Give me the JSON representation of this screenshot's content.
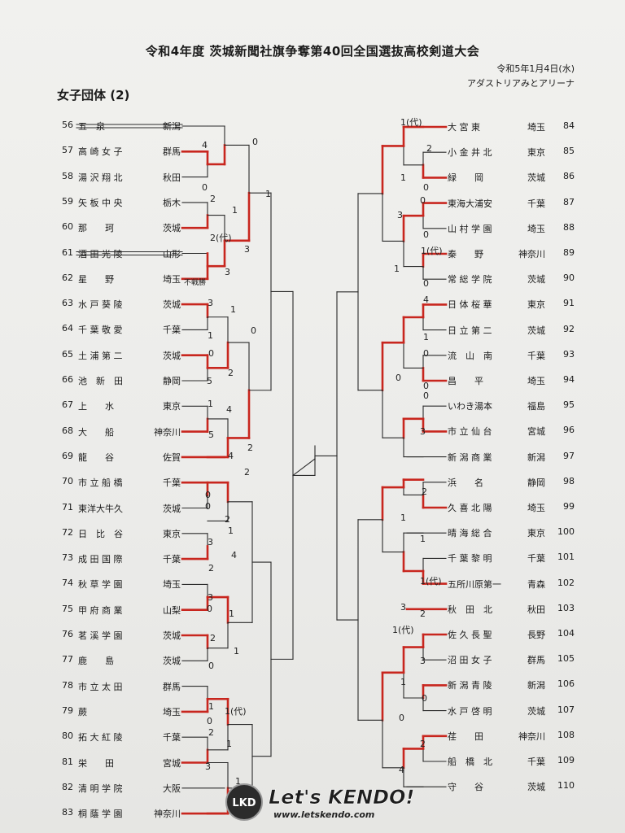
{
  "title": "令和4年度 茨城新聞社旗争奪第40回全国選抜高校剣道大会",
  "date": "令和5年1月4日(水)",
  "venue": "アダストリアみとアリーナ",
  "section": "女子団体 (2)",
  "left_teams": [
    {
      "no": "56",
      "school": "五　泉",
      "pref": "新潟",
      "withdrawn": true
    },
    {
      "no": "57",
      "school": "高 崎 女 子",
      "pref": "群馬"
    },
    {
      "no": "58",
      "school": "湯 沢 翔 北",
      "pref": "秋田"
    },
    {
      "no": "59",
      "school": "矢 板 中 央",
      "pref": "栃木"
    },
    {
      "no": "60",
      "school": "那　　珂",
      "pref": "茨城"
    },
    {
      "no": "61",
      "school": "酒 田 光 陵",
      "pref": "山形",
      "withdrawn": true
    },
    {
      "no": "62",
      "school": "星　　野",
      "pref": "埼玉"
    },
    {
      "no": "63",
      "school": "水 戸 葵 陵",
      "pref": "茨城"
    },
    {
      "no": "64",
      "school": "千 葉 敬 愛",
      "pref": "千葉"
    },
    {
      "no": "65",
      "school": "土 浦 第 二",
      "pref": "茨城"
    },
    {
      "no": "66",
      "school": "池　新　田",
      "pref": "静岡"
    },
    {
      "no": "67",
      "school": "上　　水",
      "pref": "東京"
    },
    {
      "no": "68",
      "school": "大　　船",
      "pref": "神奈川"
    },
    {
      "no": "69",
      "school": "龍　　谷",
      "pref": "佐賀"
    },
    {
      "no": "70",
      "school": "市 立 船 橋",
      "pref": "千葉"
    },
    {
      "no": "71",
      "school": "東洋大牛久",
      "pref": "茨城"
    },
    {
      "no": "72",
      "school": "日　比　谷",
      "pref": "東京"
    },
    {
      "no": "73",
      "school": "成 田 国 際",
      "pref": "千葉"
    },
    {
      "no": "74",
      "school": "秋 草 学 園",
      "pref": "埼玉"
    },
    {
      "no": "75",
      "school": "甲 府 商 業",
      "pref": "山梨"
    },
    {
      "no": "76",
      "school": "茗 溪 学 園",
      "pref": "茨城"
    },
    {
      "no": "77",
      "school": "鹿　　島",
      "pref": "茨城"
    },
    {
      "no": "78",
      "school": "市 立 太 田",
      "pref": "群馬"
    },
    {
      "no": "79",
      "school": "蕨",
      "pref": "埼玉"
    },
    {
      "no": "80",
      "school": "拓 大 紅 陵",
      "pref": "千葉"
    },
    {
      "no": "81",
      "school": "栄　　田",
      "pref": "宮城"
    },
    {
      "no": "82",
      "school": "清 明 学 院",
      "pref": "大阪"
    },
    {
      "no": "83",
      "school": "桐 蔭 学 園",
      "pref": "神奈川"
    }
  ],
  "right_teams": [
    {
      "no": "84",
      "school": "大 宮 東",
      "pref": "埼玉"
    },
    {
      "no": "85",
      "school": "小 金 井 北",
      "pref": "東京"
    },
    {
      "no": "86",
      "school": "緑　　岡",
      "pref": "茨城"
    },
    {
      "no": "87",
      "school": "東海大浦安",
      "pref": "千葉"
    },
    {
      "no": "88",
      "school": "山 村 学 園",
      "pref": "埼玉"
    },
    {
      "no": "89",
      "school": "秦　　野",
      "pref": "神奈川"
    },
    {
      "no": "90",
      "school": "常 総 学 院",
      "pref": "茨城"
    },
    {
      "no": "91",
      "school": "日 体 桜 華",
      "pref": "東京"
    },
    {
      "no": "92",
      "school": "日 立 第 二",
      "pref": "茨城"
    },
    {
      "no": "93",
      "school": "流　山　南",
      "pref": "千葉"
    },
    {
      "no": "94",
      "school": "昌　　平",
      "pref": "埼玉"
    },
    {
      "no": "95",
      "school": "いわき湯本",
      "pref": "福島"
    },
    {
      "no": "96",
      "school": "市 立 仙 台",
      "pref": "宮城"
    },
    {
      "no": "97",
      "school": "新 潟 商 業",
      "pref": "新潟"
    },
    {
      "no": "98",
      "school": "浜　　名",
      "pref": "静岡"
    },
    {
      "no": "99",
      "school": "久 喜 北 陽",
      "pref": "埼玉"
    },
    {
      "no": "100",
      "school": "晴 海 総 合",
      "pref": "東京"
    },
    {
      "no": "101",
      "school": "千 葉 黎 明",
      "pref": "千葉"
    },
    {
      "no": "102",
      "school": "五所川原第一",
      "pref": "青森"
    },
    {
      "no": "103",
      "school": "秋　田　北",
      "pref": "秋田"
    },
    {
      "no": "104",
      "school": "佐 久 長 聖",
      "pref": "長野"
    },
    {
      "no": "105",
      "school": "沼 田 女 子",
      "pref": "群馬"
    },
    {
      "no": "106",
      "school": "新 潟 青 陵",
      "pref": "新潟"
    },
    {
      "no": "107",
      "school": "水 戸 啓 明",
      "pref": "茨城"
    },
    {
      "no": "108",
      "school": "荏　　田",
      "pref": "神奈川"
    },
    {
      "no": "109",
      "school": "船　橋　北",
      "pref": "千葉"
    },
    {
      "no": "110",
      "school": "守　　谷",
      "pref": "茨城"
    }
  ],
  "bye_note": "不戦勝",
  "scores": [
    "0",
    "4",
    "0",
    "2",
    "1",
    "2(代)",
    "3",
    "3",
    "1",
    "3",
    "1",
    "1",
    "0",
    "5",
    "2",
    "0",
    "5",
    "4",
    "2",
    "4",
    "1",
    "2",
    "0",
    "2",
    "0",
    "1",
    "3",
    "2",
    "4",
    "0",
    "1",
    "3",
    "2",
    "1",
    "0",
    "1",
    "1(代)",
    "0",
    "2",
    "1",
    "3",
    "1",
    "1(代)",
    "2",
    "1",
    "0",
    "0",
    "3",
    "0",
    "1(代)",
    "1",
    "0",
    "4",
    "1",
    "0",
    "0",
    "0",
    "3",
    "0",
    "2",
    "1",
    "1",
    "1(代)",
    "3",
    "1(代)",
    "2",
    "3",
    "1",
    "0",
    "0",
    "2",
    "4"
  ],
  "logo": {
    "main": "Let's KENDO!",
    "url": "www.letskendo.com",
    "badge": "LKD"
  }
}
